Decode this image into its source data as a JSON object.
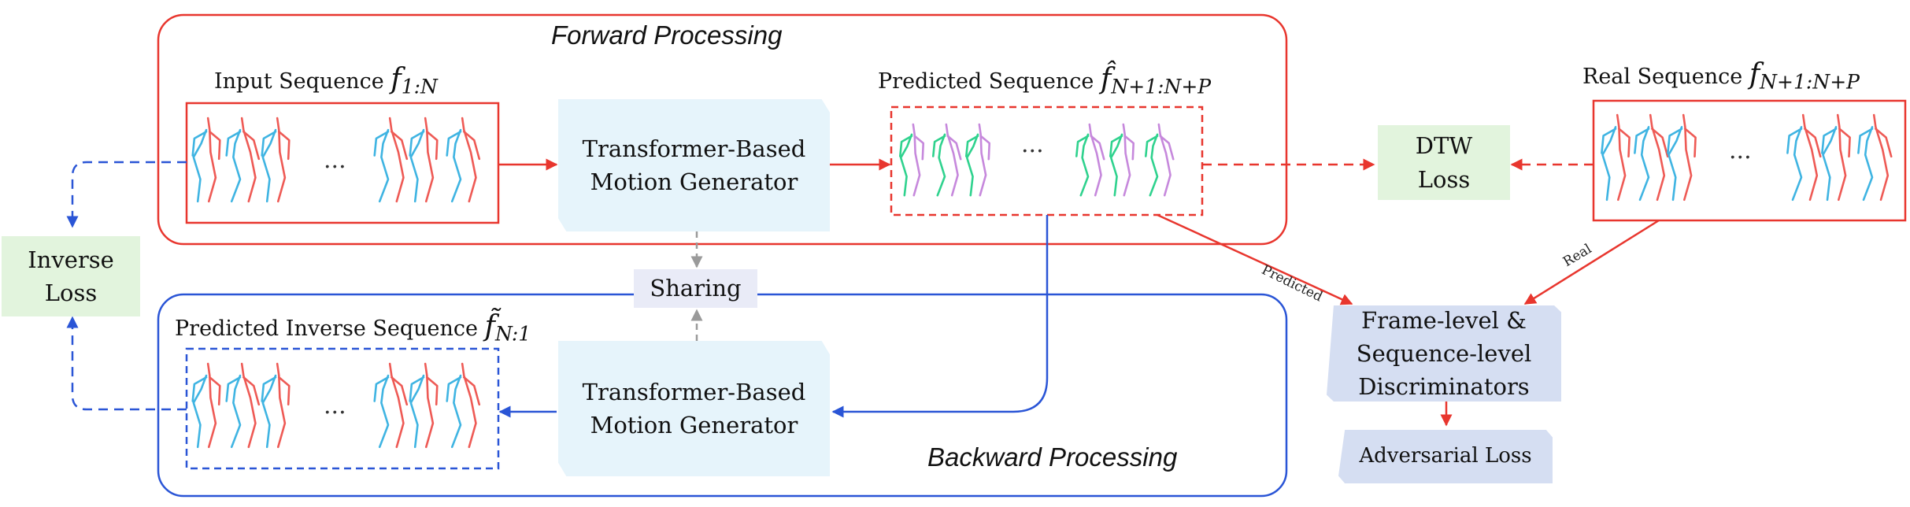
{
  "forward_title": "Forward Processing",
  "backward_title": "Backward Processing",
  "input_sequence": {
    "label": "Input Sequence",
    "symbol": "f",
    "subscript": "1:N"
  },
  "predicted_sequence": {
    "label": "Predicted Sequence",
    "symbol": "f̂",
    "subscript": "N+1:N+P"
  },
  "real_sequence": {
    "label": "Real Sequence",
    "symbol": "f",
    "subscript": "N+1:N+P"
  },
  "inverse_sequence": {
    "label": "Predicted Inverse Sequence",
    "symbol": "f̃",
    "subscript": "N:1"
  },
  "forward_generator": {
    "line1": "Transformer-Based",
    "line2": "Motion Generator"
  },
  "backward_generator": {
    "line1": "Transformer-Based",
    "line2": "Motion Generator"
  },
  "sharing_label": "Sharing",
  "dtw_loss": {
    "line1": "DTW",
    "line2": "Loss"
  },
  "inverse_loss": {
    "line1": "Inverse",
    "line2": "Loss"
  },
  "discriminators": {
    "line1": "Frame-level &",
    "line2": "Sequence-level",
    "line3": "Discriminators"
  },
  "adversarial_loss": "Adversarial Loss",
  "edge_predicted": "Predicted",
  "edge_real": "Real",
  "ellipsis": "...",
  "colors": {
    "forward": "#e8362e",
    "backward": "#2a55d6",
    "gray_arrow": "#9a9a9a",
    "pose_red": "#ee5a55",
    "pose_blue": "#3fb4e2",
    "pose_green": "#2fd28e",
    "pose_purple": "#c688dc"
  }
}
